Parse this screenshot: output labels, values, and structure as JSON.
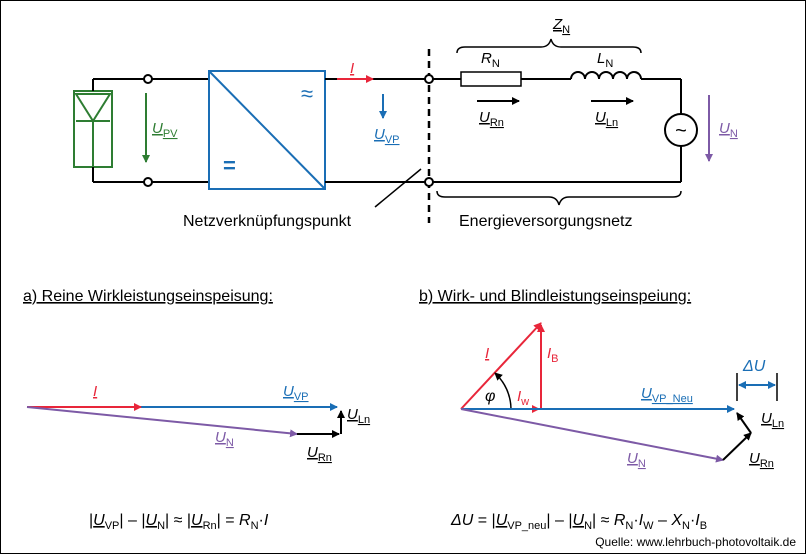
{
  "colors": {
    "red": "#e8263a",
    "blue": "#1a6eb5",
    "purple": "#7d5aa6",
    "green": "#2e7d32",
    "black": "#000000"
  },
  "circuit": {
    "upv": {
      "sym": "U",
      "sub": "PV"
    },
    "inverter_ac": "≈",
    "inverter_dc": "=",
    "current": "I",
    "uvp": {
      "sym": "U",
      "sub": "VP"
    },
    "rn": {
      "sym": "R",
      "sub": "N"
    },
    "ln": {
      "sym": "L",
      "sub": "N"
    },
    "zn": {
      "sym": "Z",
      "sub": "N"
    },
    "urn": {
      "sym": "U",
      "sub": "Rn"
    },
    "uln": {
      "sym": "U",
      "sub": "Ln"
    },
    "un": {
      "sym": "U",
      "sub": "N"
    },
    "source_symbol": "~",
    "pcc_label": "Netzverknüpfungspunkt",
    "grid_label": "Energieversorgungsnetz"
  },
  "diagram_a": {
    "title": "a) Reine Wirkleistungseinspeisung:",
    "i": "I",
    "uvp": {
      "sym": "U",
      "sub": "VP"
    },
    "uln": {
      "sym": "U",
      "sub": "Ln"
    },
    "un": {
      "sym": "U",
      "sub": "N"
    },
    "urn": {
      "sym": "U",
      "sub": "Rn"
    },
    "formula": {
      "p1": "|",
      "u1": "U",
      "s1": "VP",
      "p2": "| – |",
      "u2": "U",
      "s2": "N",
      "p3": "| ≈ |",
      "u3": "U",
      "s3": "Rn",
      "p4": "| = ",
      "r": "R",
      "rs": "N",
      "p5": "·",
      "i": "I"
    }
  },
  "diagram_b": {
    "title": "b) Wirk- und Blindleistungseinspeiung:",
    "i": "I",
    "ib": {
      "sym": "I",
      "sub": "B"
    },
    "iw": {
      "sym": "I",
      "sub": "w"
    },
    "phi": "φ",
    "uvp": {
      "sym": "U",
      "sub": "VP_Neu"
    },
    "delta_u": "ΔU",
    "uln": {
      "sym": "U",
      "sub": "Ln"
    },
    "urn": {
      "sym": "U",
      "sub": "Rn"
    },
    "un": {
      "sym": "U",
      "sub": "N"
    },
    "formula": {
      "d": "ΔU",
      "p1": " = |",
      "u1": "U",
      "s1": "VP_neu",
      "p2": "| – |",
      "u2": "U",
      "s2": "N",
      "p3": "| ≈ ",
      "r": "R",
      "rs": "N",
      "p4": "·",
      "iw": "I",
      "iws": "W",
      "p5": " – ",
      "x": "X",
      "xs": "N",
      "p6": "·",
      "ib": "I",
      "ibs": "B"
    }
  },
  "source_credit": "Quelle: www.lehrbuch-photovoltaik.de"
}
